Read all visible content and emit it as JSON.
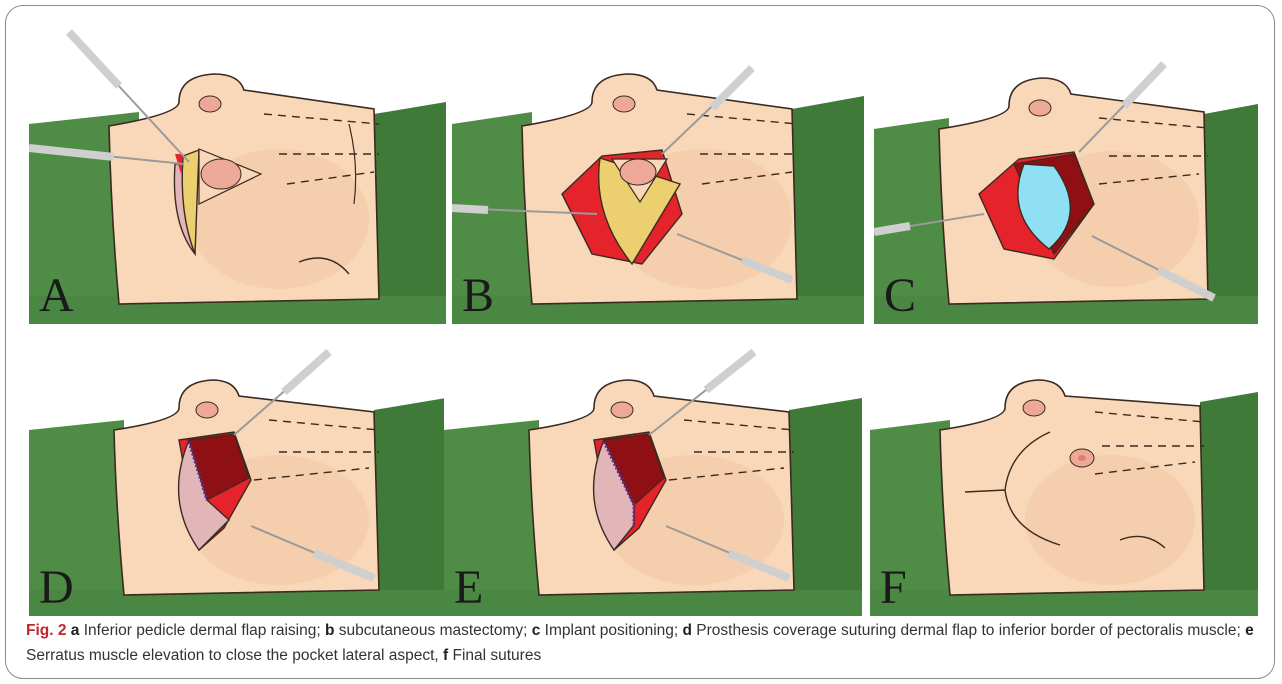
{
  "panels": [
    {
      "letter": "A",
      "stage": "dermal-flap"
    },
    {
      "letter": "B",
      "stage": "mastectomy"
    },
    {
      "letter": "C",
      "stage": "implant"
    },
    {
      "letter": "D",
      "stage": "coverage"
    },
    {
      "letter": "E",
      "stage": "serratus"
    },
    {
      "letter": "F",
      "stage": "final"
    }
  ],
  "colors": {
    "skin": "#f8d8b8",
    "drape": "#4f8c46",
    "muscle": "#e5232b",
    "muscle_dark": "#8e1014",
    "fat": "#ecd070",
    "flap": "#e2b6b8",
    "implant": "#8fe0f2",
    "areola": "#eea897",
    "caption_label": "#c0282d"
  },
  "caption": {
    "fig_label": "Fig. 2",
    "a_key": "a",
    "a_text": " Inferior pedicle dermal flap raising; ",
    "b_key": "b",
    "b_text": " subcutaneous mastectomy; ",
    "c_key": "c",
    "c_text": " Implant positioning; ",
    "d_key": "d",
    "d_text": " Prosthesis coverage suturing dermal flap to inferior border of pectoralis muscle; ",
    "e_key": "e",
    "e_text": " Serratus muscle elevation to close the pocket lateral aspect, ",
    "f_key": "f",
    "f_text": " Final sutures"
  }
}
